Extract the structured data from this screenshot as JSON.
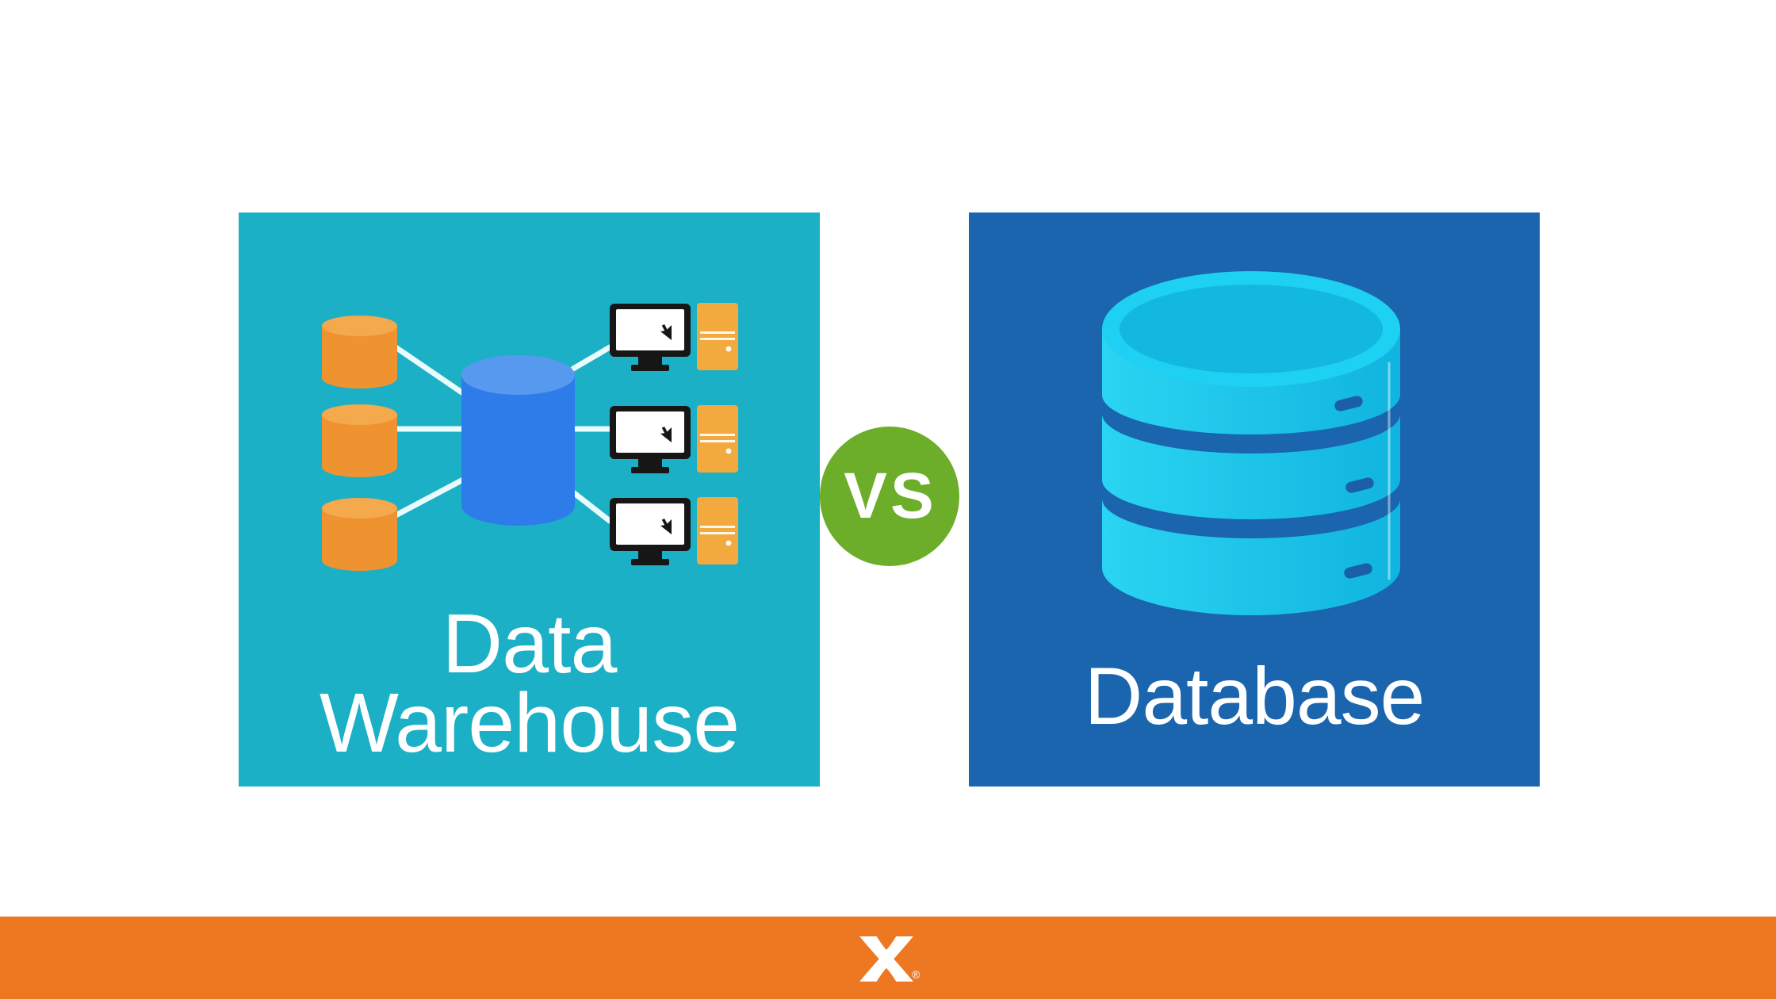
{
  "page": {
    "background": "#ffffff"
  },
  "comparison": {
    "left_card": {
      "title_line1": "Data",
      "title_line2": "Warehouse",
      "background": "#1bb0c6",
      "icons": [
        "source-database-cylinder-icon",
        "warehouse-cylinder-icon",
        "workstation-monitor-icon",
        "server-tower-icon",
        "cursor-icon",
        "connector-lines"
      ]
    },
    "vs_badge": {
      "label": "VS",
      "background": "#6cad29"
    },
    "right_card": {
      "title": "Database",
      "background": "#1a65ae",
      "icons": [
        "database-stack-icon"
      ]
    }
  },
  "footer": {
    "background": "#ee7722",
    "logo_icon": "x-logo",
    "registered_mark": "®"
  },
  "colors": {
    "teal-bg": "#1bb0c6",
    "db-blue-bg": "#1a65ae",
    "vs-green": "#6cad29",
    "bar-orange": "#ee7722",
    "cyl-orange": "#ee9330",
    "cyl-orange-top": "#f4a94c",
    "server-orange": "#f2a93d",
    "wh-blue": "#2e7ce9",
    "wh-blue-top": "#5899f0",
    "cyan": "#1ed0f1",
    "cyan-inner": "#12b8e0",
    "slot": "#1a5fa8",
    "connector": "#e9fbfd",
    "text-white": "#ffffff"
  }
}
